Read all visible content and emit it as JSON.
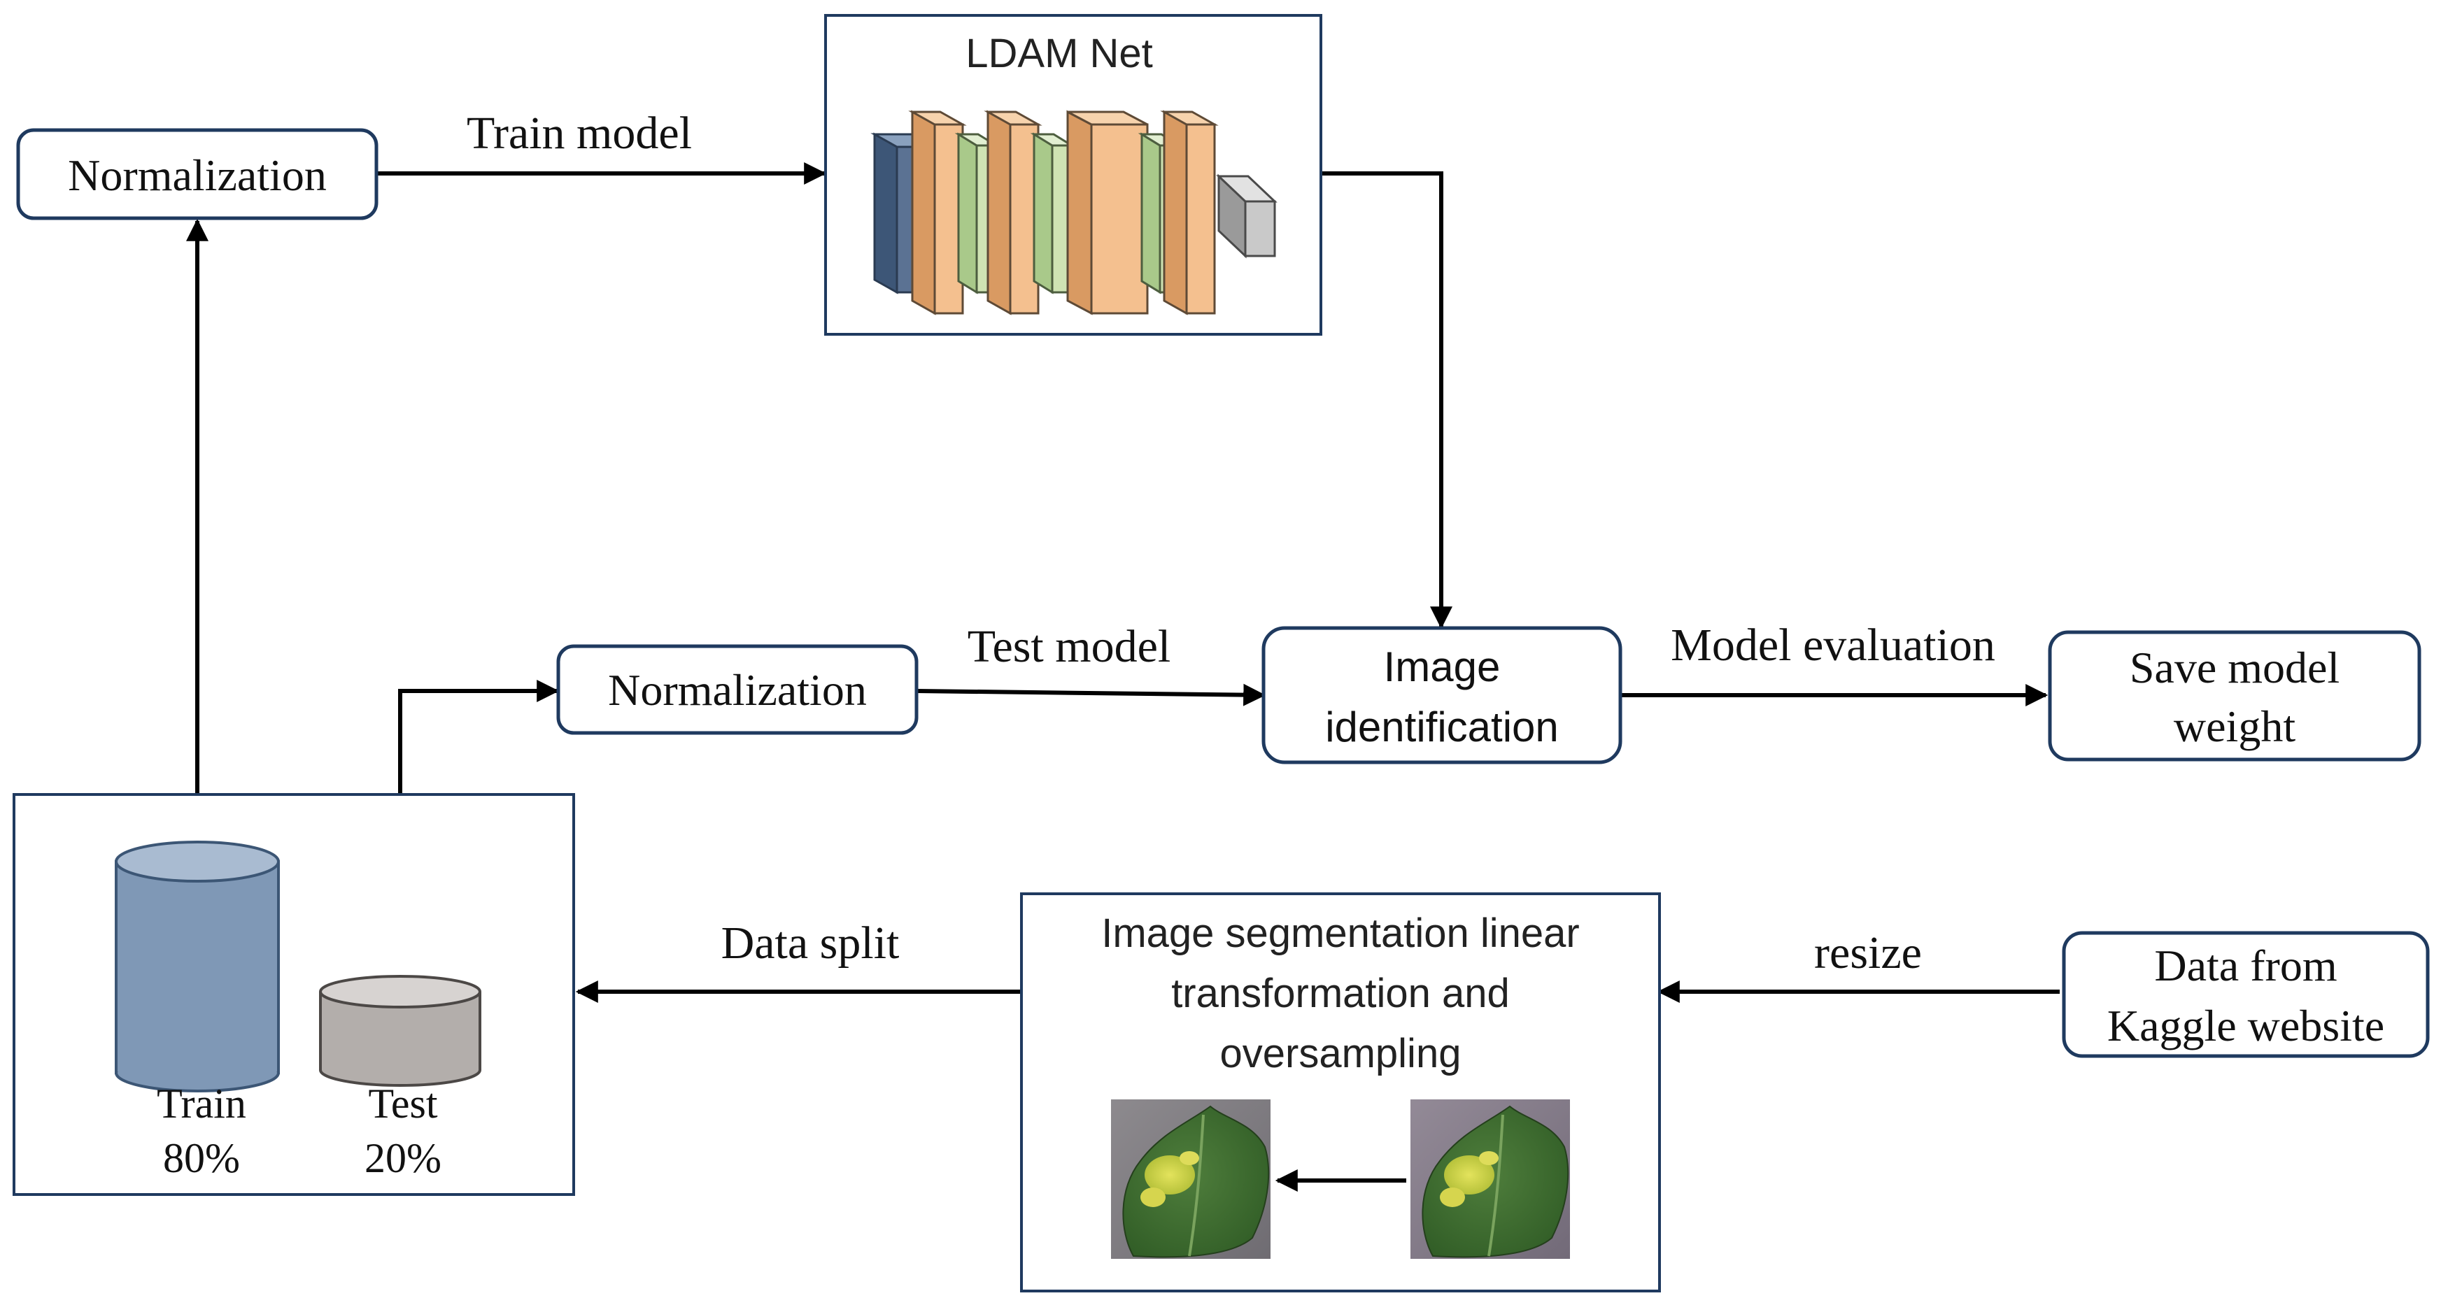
{
  "nodes": {
    "normalization_top": "Normalization",
    "ldam_net": "LDAM Net",
    "normalization_test": "Normalization",
    "image_identification": [
      "Image",
      "identification"
    ],
    "save_model_weight": [
      "Save model",
      "weight"
    ],
    "segmentation": [
      "Image segmentation linear",
      "transformation and",
      "oversampling"
    ],
    "data_from_kaggle": [
      "Data from",
      "Kaggle website"
    ]
  },
  "edge_labels": {
    "train_model": "Train model",
    "test_model": "Test model",
    "model_evaluation": "Model evaluation",
    "data_split": "Data split",
    "resize": "resize"
  },
  "datasets": {
    "train": {
      "name": "Train",
      "percent": "80%"
    },
    "test": {
      "name": "Test",
      "percent": "20%"
    }
  },
  "colors": {
    "box_border": "#1f3a5f",
    "conv_orange": "#f4c08f",
    "conv_green": "#cfe3b3",
    "input_blue": "#5b7293",
    "output_gray": "#c9c9c9",
    "cylinder_train": "#7f98b6",
    "cylinder_test": "#b3aeab"
  }
}
